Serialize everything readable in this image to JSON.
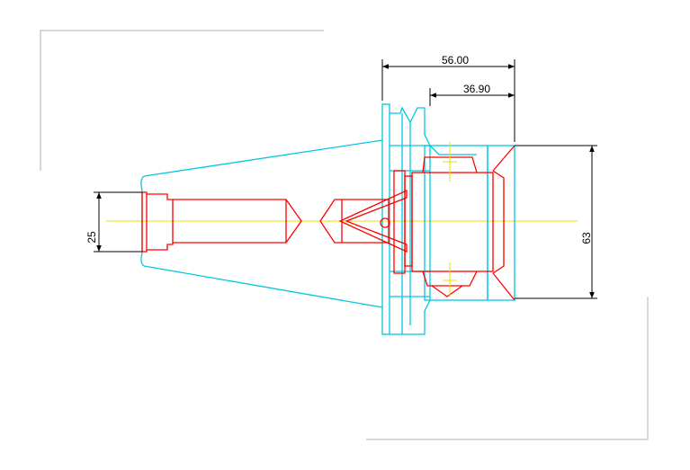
{
  "dimensions": {
    "overall_length": "56.00",
    "inner_length": "36.90",
    "shank_diameter": "25",
    "flange_diameter": "63"
  },
  "colors": {
    "body_outline": "#00c8e0",
    "internal_parts": "#ff0000",
    "dimension_lines": "#000000",
    "centerline": "#e8e000",
    "sheet_frame": "#b0b0b0"
  }
}
